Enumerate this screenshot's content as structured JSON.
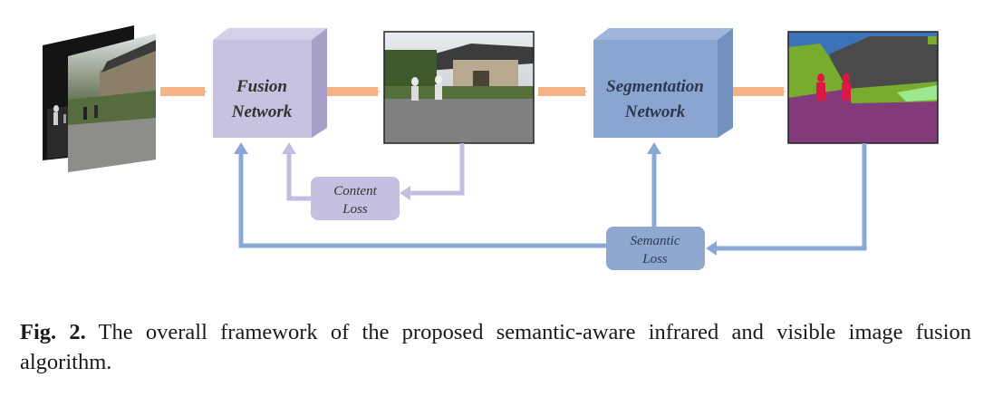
{
  "diagram": {
    "fusion_network": {
      "line1": "Fusion",
      "line2": "Network"
    },
    "segmentation_network": {
      "line1": "Segmentation",
      "line2": "Network"
    },
    "content_loss": {
      "line1": "Content",
      "line2": "Loss"
    },
    "semantic_loss": {
      "line1": "Semantic",
      "line2": "Loss"
    },
    "colors": {
      "fusion_box": "#c8c2e0",
      "segmentation_box": "#8aa6d0",
      "content_loss_box": "#c6bfe0",
      "semantic_loss_box": "#8fa8d0",
      "forward_arrow": "#f5b487",
      "content_arrow": "#c3bde0",
      "semantic_arrow": "#8aa8d6",
      "seg_purple": "#833a7a",
      "seg_green": "#79ab2e",
      "seg_gray": "#4a4a4a",
      "seg_blue": "#3c72b8",
      "seg_red": "#dd1844"
    }
  },
  "caption": {
    "label": "Fig. 2.",
    "text": " The overall framework of the proposed semantic-aware infrared and visible image fusion algorithm."
  }
}
